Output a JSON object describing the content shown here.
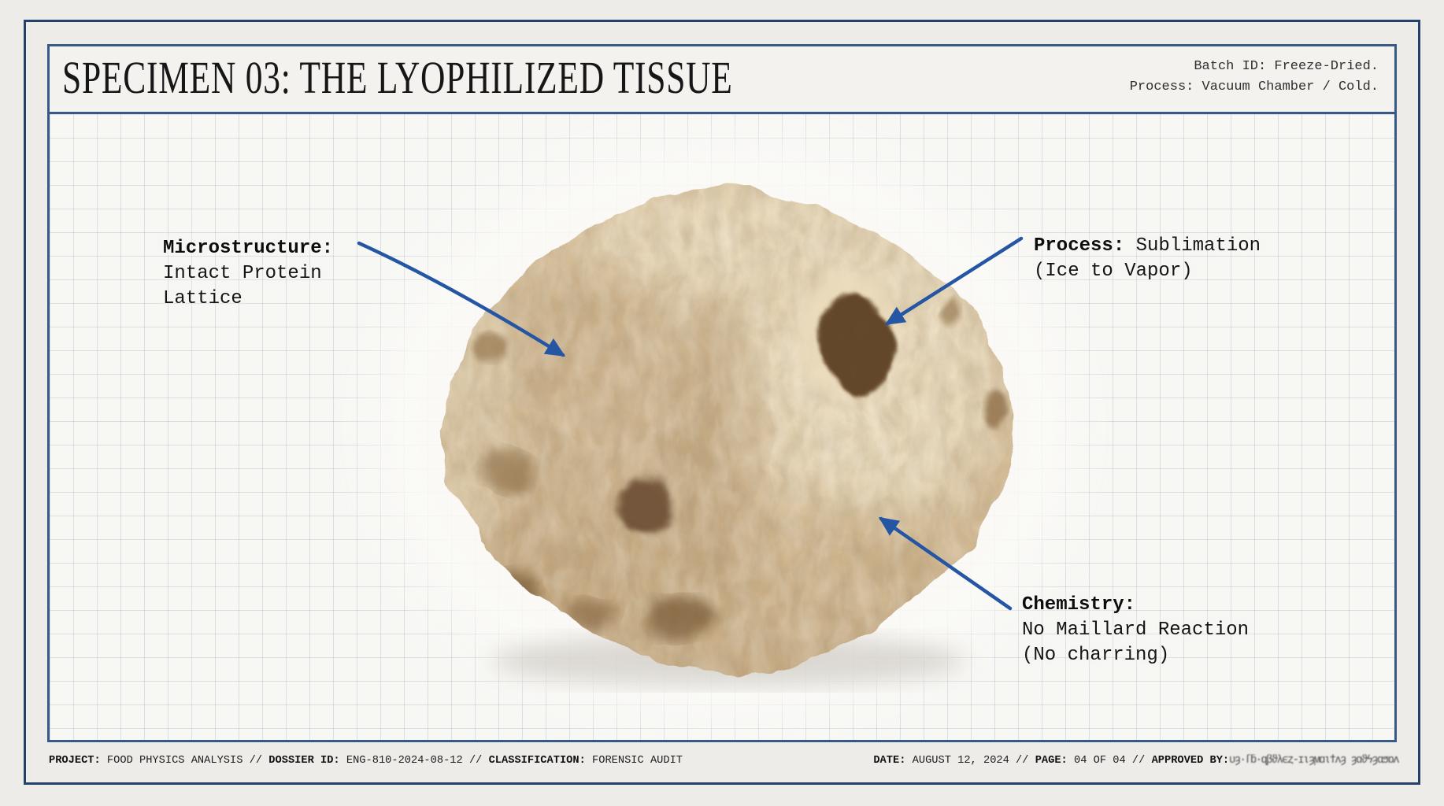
{
  "header": {
    "title_prefix": "SPECIMEN ",
    "title_number": "03",
    "title_suffix": ": THE LYOPHILIZED TISSUE",
    "meta_lines": [
      "Batch ID: Freeze-Dried.",
      "Process: Vacuum Chamber / Cold."
    ]
  },
  "figure": {
    "subject": "freeze-dried porous specimen photograph on graph-paper grid",
    "annotations": [
      {
        "id": "microstructure",
        "label": "Microstructure:",
        "inline_value": "",
        "line2": "Intact Protein",
        "line3": "Lattice"
      },
      {
        "id": "process",
        "label": "Process:",
        "inline_value": " Sublimation",
        "line2": "(Ice to Vapor)",
        "line3": ""
      },
      {
        "id": "chemistry",
        "label": "Chemistry:",
        "inline_value": "",
        "line2": "No Maillard Reaction",
        "line3": "(No charring)"
      }
    ]
  },
  "footer": {
    "left": [
      {
        "label": "PROJECT:",
        "value": " FOOD PHYSICS ANALYSIS",
        "sep": " // "
      },
      {
        "label": "DOSSIER ID:",
        "value": " ENG-810-2024-08-12",
        "sep": " // "
      },
      {
        "label": "CLASSIFICATION:",
        "value": " FORENSIC AUDIT",
        "sep": ""
      }
    ],
    "right": [
      {
        "label": "DATE:",
        "value": " AUGUST 12, 2024",
        "sep": " // "
      },
      {
        "label": "PAGE:",
        "value": " 04 OF 04",
        "sep": " // "
      },
      {
        "label": "APPROVED BY:",
        "value": "",
        "sep": ""
      }
    ],
    "signature_scribble": "ʋȝ·ſƃ·ɋβϑλϵȥ-ɪɩȝϻɑɩϯʌȝ ȝɑϑϟȝɑϧɒʌ"
  },
  "colors": {
    "frame_navy": "#24416b",
    "inner_frame_blue": "#365988",
    "arrow_blue": "#2456a4",
    "grid_line_blue": "#c9d2e0",
    "specimen_beige": "#d9c3a0",
    "page_background": "#edece9"
  }
}
